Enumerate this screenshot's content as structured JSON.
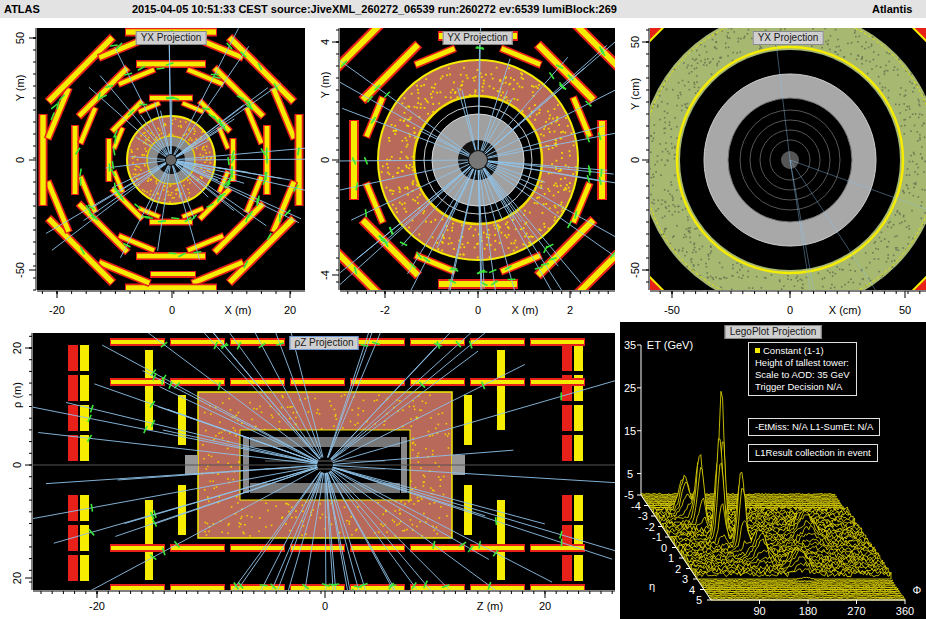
{
  "diagram": {
    "title": "ATLAS",
    "nodes": [
      {
        "text": [
          "YX Projection"
        ]
      },
      {
        "text": [
          "YX Projection"
        ]
      },
      {
        "text": [
          "YX Projection"
        ]
      },
      {
        "text": [
          "ρZ Projection"
        ]
      },
      {
        "text": [
          "LegoPlot Projection"
        ]
      },
      {
        "text": [
          "Constant (1-1)",
          "Height of tallest tower:",
          "Scale to AOD: 35 GeV",
          "Trigger Decision N/A"
        ],
        "in": 4
      },
      {
        "text": [
          "-EtMiss: N/A L1-SumEt: N/A"
        ],
        "in": 4
      },
      {
        "text": [
          "L1Result collection in event"
        ],
        "in": 4
      }
    ],
    "labels": [
      "2015-04-05 10:51:33 CEST source:JiveXML_260272_06539 run:260272 ev:6539 lumiBlock:269",
      "Atlantis",
      "50",
      "Y (m)",
      "0",
      "-50",
      "-20",
      "0",
      "20",
      "X (m)",
      "4",
      "Y (m)",
      "0",
      "-4",
      "-2",
      "0",
      "2",
      "X (m)",
      "50",
      "Y (cm)",
      "0",
      "-50",
      "-50",
      "0",
      "50",
      "X (cm)",
      "20",
      "ρ (m)",
      "0",
      "20",
      "-20",
      "0",
      "20",
      "Z (m)",
      "35",
      "ET (GeV)",
      "25",
      "15",
      "5",
      "-5",
      "-4",
      "-3",
      "-2",
      "-1",
      "0",
      "1",
      "2",
      "3",
      "4",
      "5",
      "η",
      "90",
      "180",
      "270",
      "360",
      "Φ"
    ]
  }
}
